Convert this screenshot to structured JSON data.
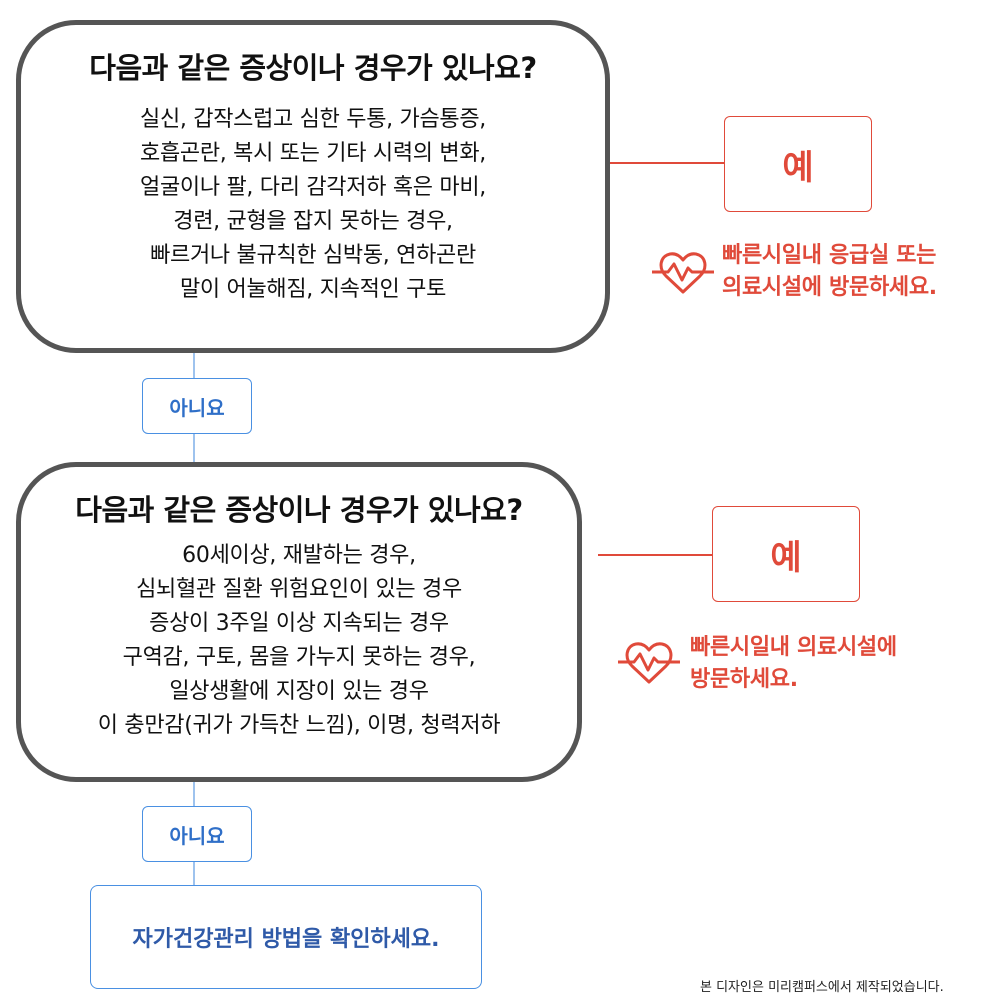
{
  "step1": {
    "question": "다음과 같은 증상이나 경우가 있나요?",
    "lines": [
      "실신, 갑작스럽고 심한 두통, 가슴통증,",
      "호흡곤란, 복시 또는 기타 시력의 변화,",
      "얼굴이나 팔, 다리 감각저하 혹은 마비,",
      "경련, 균형을 잡지 못하는 경우,",
      "빠르거나 불규칙한 심박동, 연하곤란",
      "말이 어눌해짐, 지속적인 구토"
    ],
    "yes_label": "예",
    "yes_advice_line1": "빠른시일내 응급실 또는",
    "yes_advice_line2": "의료시설에 방문하세요.",
    "no_label": "아니요"
  },
  "step2": {
    "question": "다음과 같은 증상이나 경우가 있나요?",
    "lines": [
      "60세이상, 재발하는 경우,",
      "심뇌혈관 질환 위험요인이 있는 경우",
      "증상이 3주일 이상 지속되는 경우",
      "구역감, 구토, 몸을 가누지 못하는 경우,",
      "일상생활에 지장이 있는 경우",
      "이 충만감(귀가 가득찬 느낌), 이명, 청력저하"
    ],
    "yes_label": "예",
    "yes_advice_line1": "빠른시일내 의료시설에",
    "yes_advice_line2": "방문하세요.",
    "no_label": "아니요"
  },
  "final": {
    "text": "자가건강관리 방법을 확인하세요."
  },
  "credit": "본 디자인은 미리캠퍼스에서 제작되었습니다.",
  "icons": {
    "alert_icon": "heartbeat-icon"
  },
  "colors": {
    "alert": "#e04a3a",
    "no_path": "#4a90e2",
    "box_border": "#555555"
  }
}
